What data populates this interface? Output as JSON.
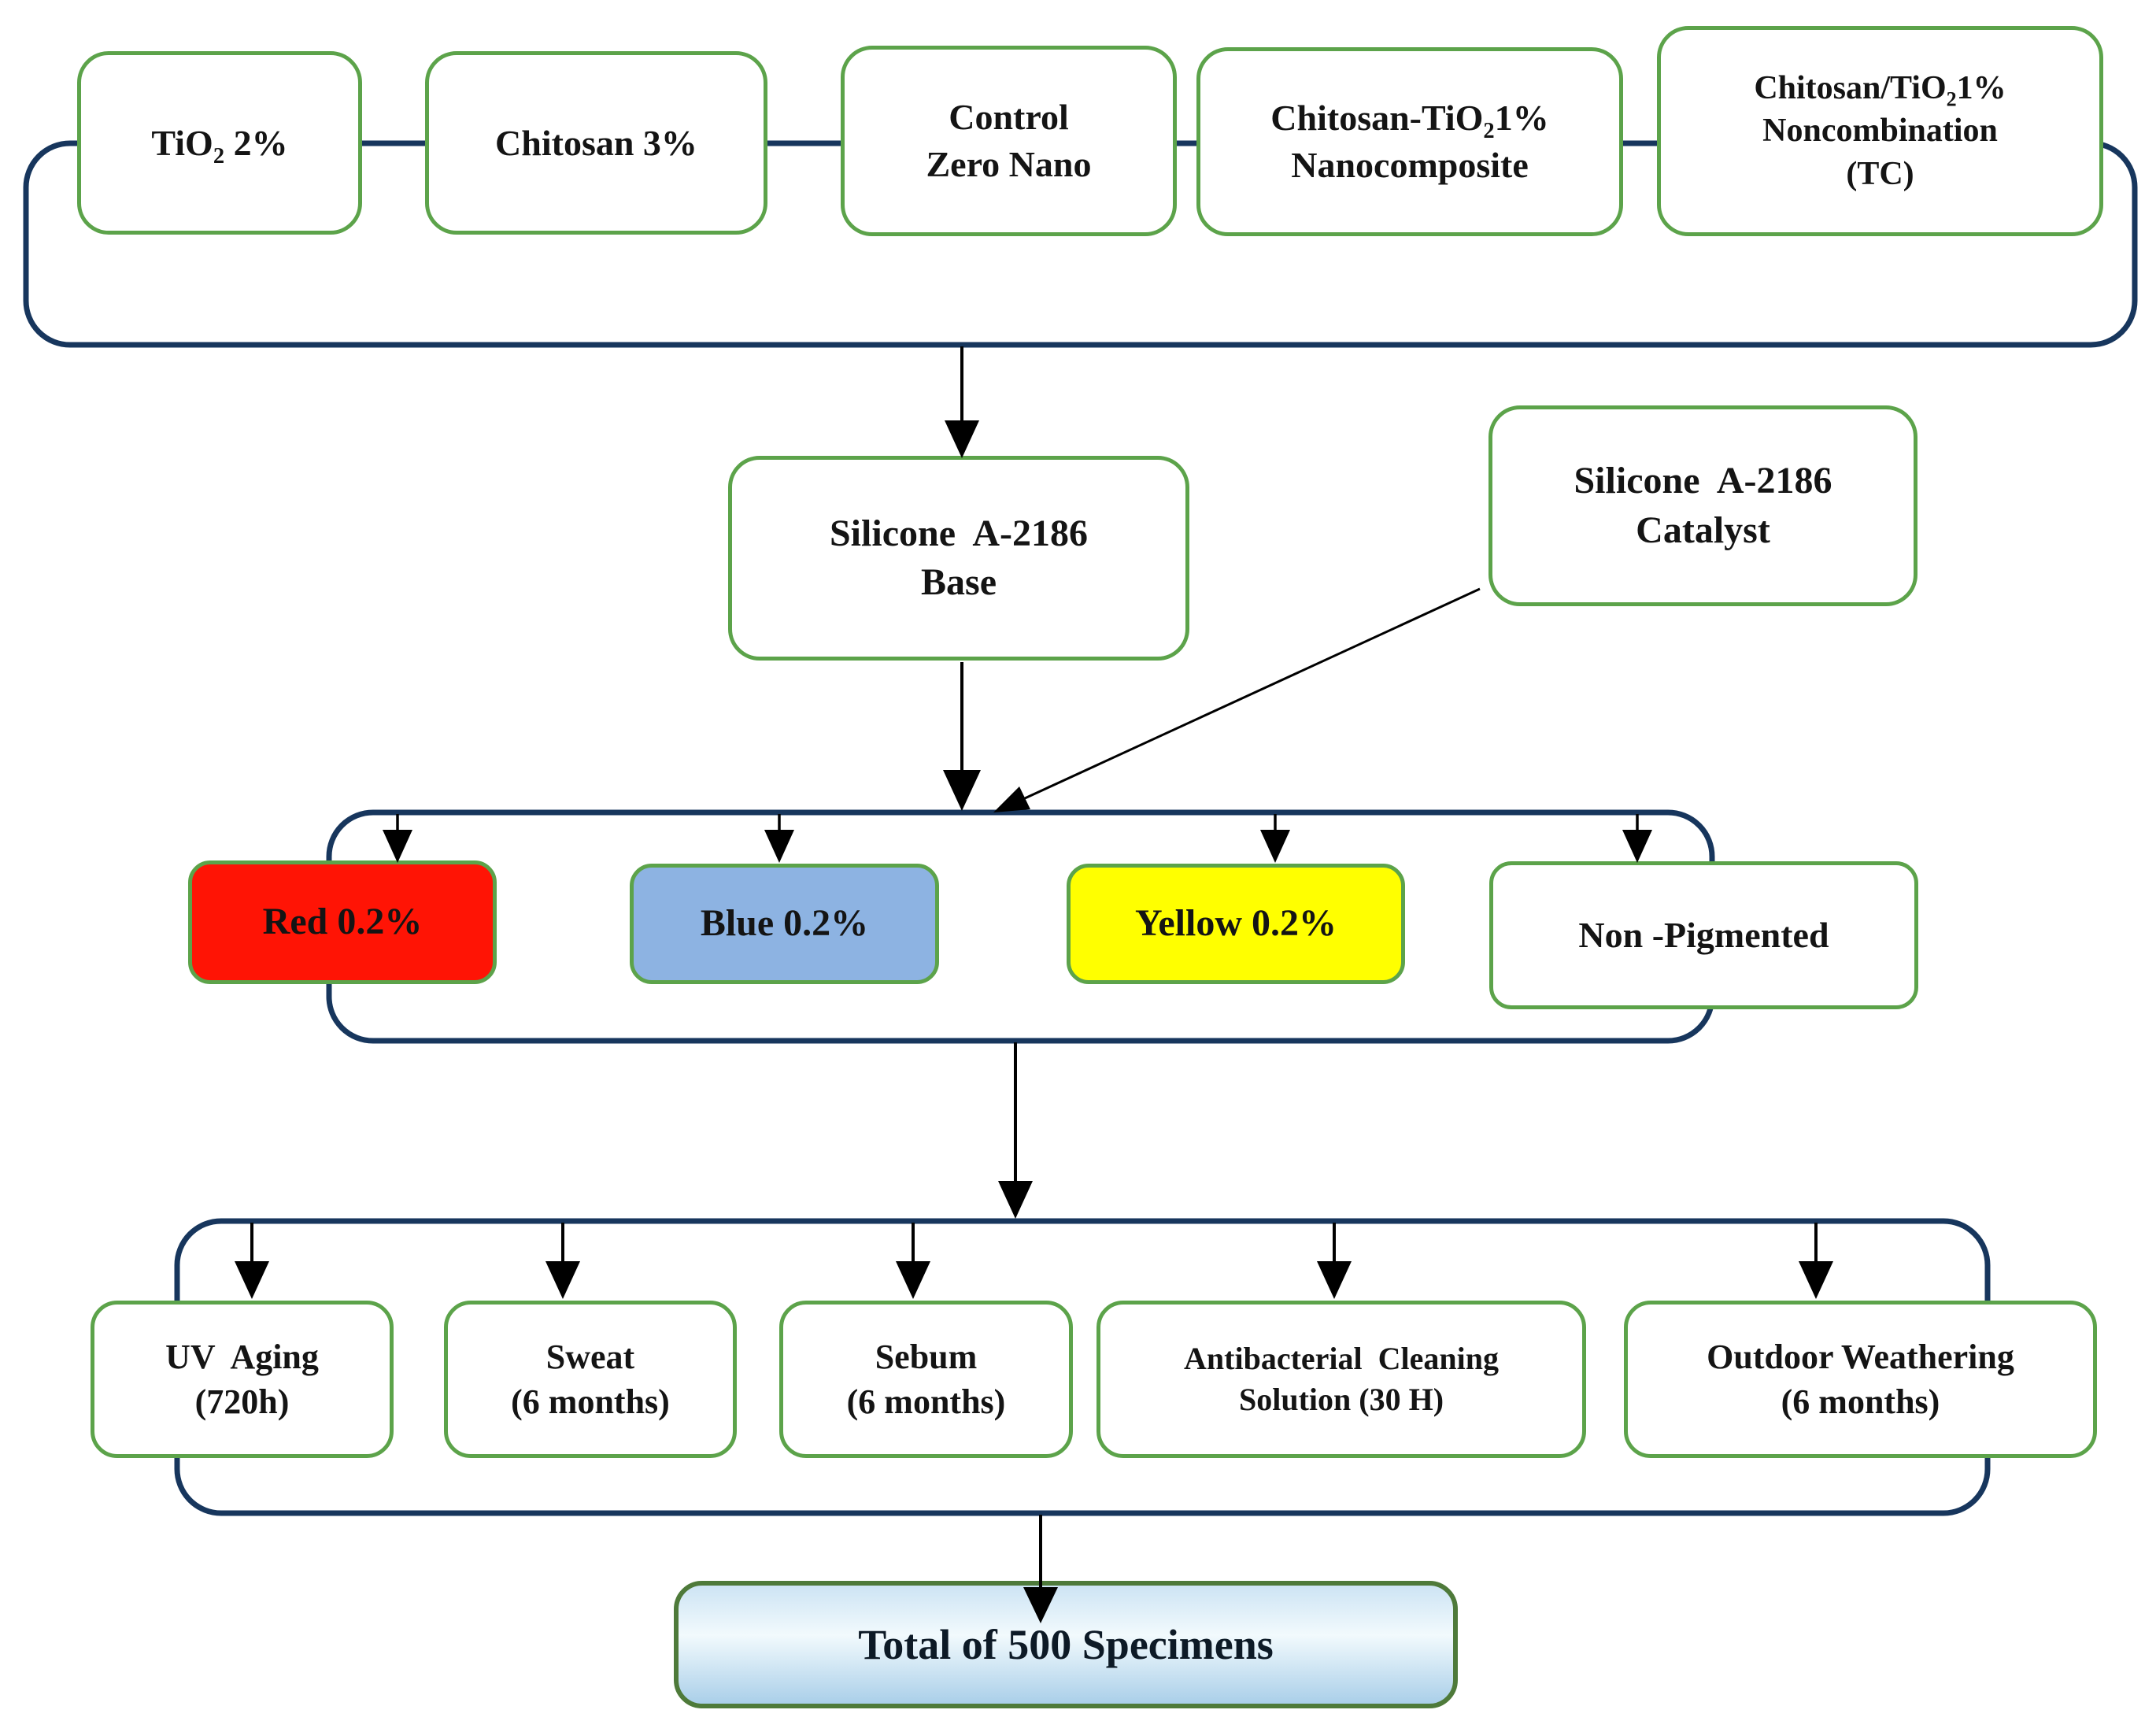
{
  "colors": {
    "box_border_green": "#5ca34a",
    "container_stroke_navy": "#17365d",
    "arrow_black": "#000000",
    "red_fill": "#ff1405",
    "blue_fill": "#8db3e2",
    "yellow_fill": "#ffff00",
    "total_border_green": "#4e7a3a",
    "total_gradient": [
      "#cde4f4",
      "#f2fafd",
      "#aacfe9"
    ]
  },
  "top_row": {
    "tio2": {
      "pre": "TiO",
      "sub": "2",
      "post": " 2%"
    },
    "chitosan": {
      "label": "Chitosan 3%"
    },
    "control": {
      "line1": "Control",
      "line2": "Zero Nano"
    },
    "nano": {
      "pre": "Chitosan-TiO",
      "sub": "2",
      "post": "1%",
      "line2": "Nanocomposite"
    },
    "tc": {
      "pre": "Chitosan/TiO",
      "sub": "2",
      "post": "1%",
      "line2": "Noncombination",
      "line3": "(TC)"
    }
  },
  "silicone_base": {
    "line1": "Silicone  A-2186",
    "line2": "Base"
  },
  "silicone_catalyst": {
    "line1": "Silicone  A-2186",
    "line2": "Catalyst"
  },
  "pigments": {
    "red": {
      "label": "Red 0.2%"
    },
    "blue": {
      "label": "Blue 0.2%"
    },
    "yellow": {
      "label": "Yellow 0.2%"
    },
    "non_pigmented": {
      "label": "Non -Pigmented"
    }
  },
  "tests": {
    "uv": {
      "line1": "UV  Aging",
      "line2": "(720h)"
    },
    "sweat": {
      "line1": "Sweat",
      "line2": "(6 months)"
    },
    "sebum": {
      "line1": "Sebum",
      "line2": "(6 months)"
    },
    "antibacterial": {
      "line1": "Antibacterial  Cleaning",
      "line2": "Solution (30 H)"
    },
    "outdoor": {
      "line1": "Outdoor Weathering",
      "line2": "(6 months)"
    }
  },
  "total": {
    "label": "Total of 500 Specimens"
  }
}
